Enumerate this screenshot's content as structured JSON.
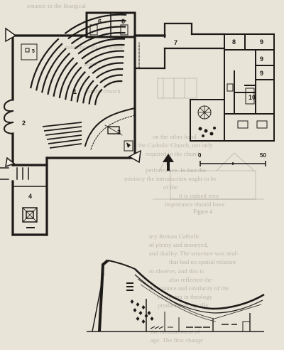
{
  "plan": {
    "room_labels": [
      "1",
      "2",
      "3",
      "4",
      "5",
      "6",
      "6",
      "7",
      "8",
      "9",
      "9",
      "9",
      "10"
    ],
    "scale_start": "0",
    "scale_end": "50"
  },
  "bleed_text": {
    "caption": "Figure 4",
    "lines": [
      "emance to the liturgical",
      "reference for the whole",
      "alone",
      "for the church",
      "on the other hand",
      "the Catholic Church, not only",
      "required in the church",
      "performance. In fact the",
      "ministry the introduction ought to be",
      "of the",
      "it is indeed very",
      "importance should have",
      "ory Roman Catholic",
      "of plenty and moneyed,",
      "and duality. The structure was neal-",
      "that had no spatial relation",
      "to observe, and this is",
      "also reflected the",
      "dominance and similarity of the",
      "confusion in theology",
      "produced an equally",
      "the measurement of",
      "age. The first change"
    ]
  }
}
